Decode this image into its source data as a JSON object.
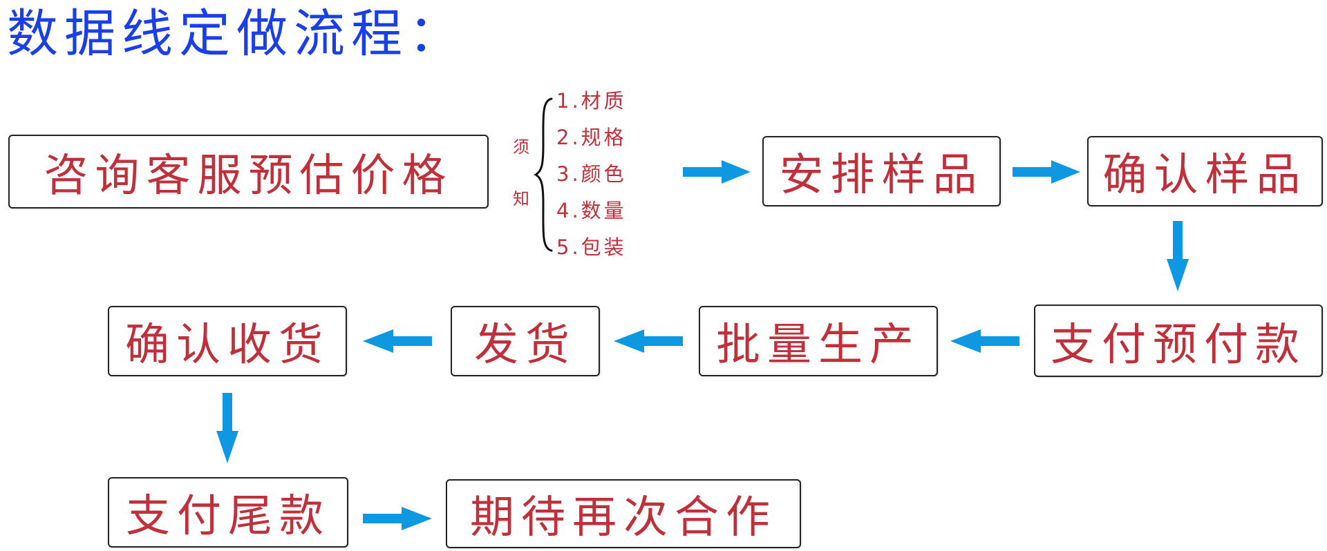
{
  "title": "数据线定做流程：",
  "colors": {
    "title": "#1a3fe6",
    "box_text": "#c0303a",
    "arrow": "#0f98e2",
    "border": "#222222"
  },
  "notice": {
    "label_1": "须",
    "label_2": "知",
    "items": [
      "1.材质",
      "2.规格",
      "3.颜色",
      "4.数量",
      "5.包装"
    ]
  },
  "steps": [
    {
      "id": "consult",
      "label": "咨询客服预估价格"
    },
    {
      "id": "sample",
      "label": "安排样品"
    },
    {
      "id": "confirm_sample",
      "label": "确认样品"
    },
    {
      "id": "prepay",
      "label": "支付预付款"
    },
    {
      "id": "mass_production",
      "label": "批量生产"
    },
    {
      "id": "ship",
      "label": "发货"
    },
    {
      "id": "confirm_receipt",
      "label": "确认收货"
    },
    {
      "id": "final_pay",
      "label": "支付尾款"
    },
    {
      "id": "cooperate_again",
      "label": "期待再次合作"
    }
  ],
  "flow": [
    [
      "consult",
      "sample"
    ],
    [
      "sample",
      "confirm_sample"
    ],
    [
      "confirm_sample",
      "prepay"
    ],
    [
      "prepay",
      "mass_production"
    ],
    [
      "mass_production",
      "ship"
    ],
    [
      "ship",
      "confirm_receipt"
    ],
    [
      "confirm_receipt",
      "final_pay"
    ],
    [
      "final_pay",
      "cooperate_again"
    ]
  ]
}
